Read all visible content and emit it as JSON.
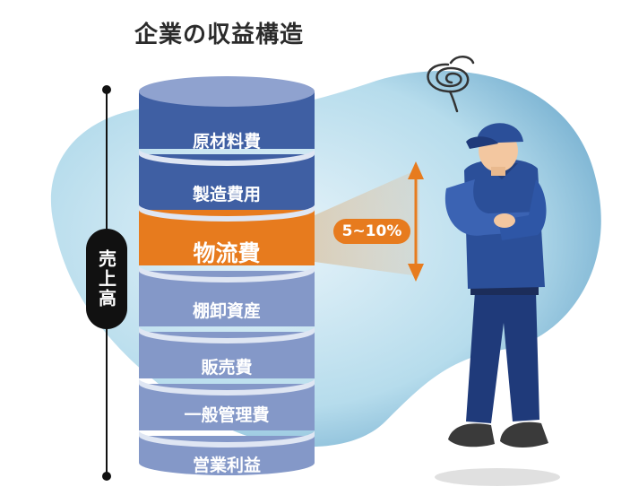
{
  "title": "企業の収益構造",
  "sales_label": "売上高",
  "callout": "5~10%",
  "segments": [
    {
      "label": "原材料費"
    },
    {
      "label": "製造費用"
    },
    {
      "label": "物流費"
    },
    {
      "label": "棚卸資産"
    },
    {
      "label": "販売費"
    },
    {
      "label": "一般管理費"
    },
    {
      "label": "営業利益"
    }
  ],
  "colors": {
    "dark_blue": "#3f5fa3",
    "mid_blue": "#8498c8",
    "orange": "#e77b1e",
    "ring": "#dfe6f3",
    "bg_blob": "#8cc6df"
  },
  "icons": [
    "confusion-scribble-icon"
  ]
}
